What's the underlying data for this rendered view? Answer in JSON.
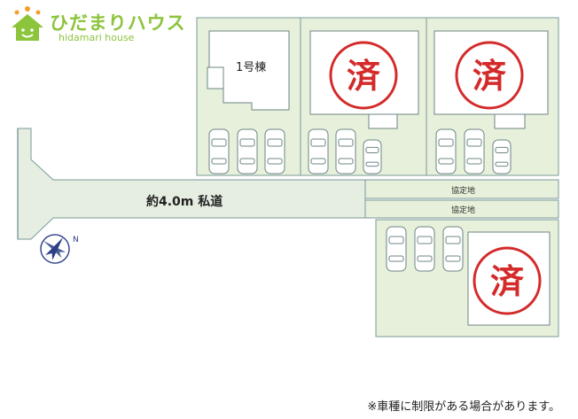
{
  "logo": {
    "name_ja": "ひだまりハウス",
    "name_en": "hidamari house",
    "icon": "house-smile-icon",
    "colors": {
      "primary": "#8cc43c",
      "accent": "#f0a030"
    }
  },
  "plan": {
    "lot_1_label": "1号棟",
    "sold_mark": "済",
    "road_label": "約4.0m 私道",
    "agreement_land_label": "協定地",
    "compass_icon": "north-arrow-icon",
    "colors": {
      "lot_fill": "#e6f0da",
      "road_fill": "#e6eee2",
      "boundary": "#7a9a9a",
      "building_fill": "#ffffff",
      "building_stroke": "#6f8585",
      "sold_red": "#d42a2a",
      "compass": "#2c3f86"
    }
  },
  "note": "※車種に制限がある場合があります。"
}
